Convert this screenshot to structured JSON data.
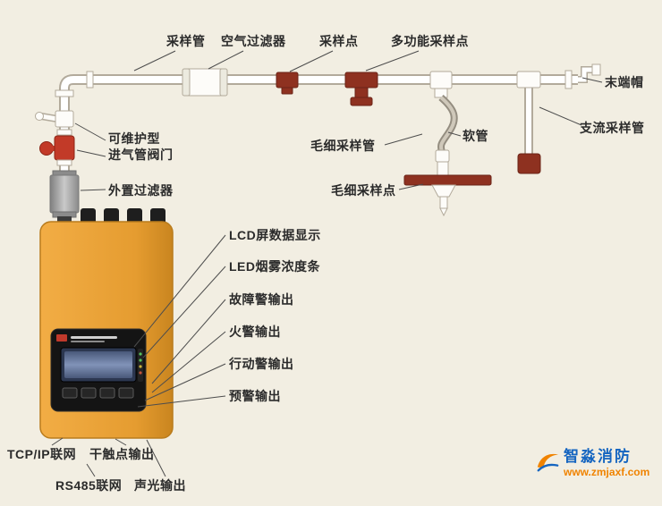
{
  "diagram": {
    "pipe_labels": {
      "sampling_pipe": "采样管",
      "air_filter": "空气过滤器",
      "sampling_point": "采样点",
      "multi_function_sampling_point": "多功能采样点",
      "end_cap": "末端帽",
      "branch_sampling_pipe": "支流采样管",
      "flexible_tube": "软管",
      "capillary_sampling_tube": "毛细采样管",
      "capillary_sampling_point": "毛细采样点",
      "maintainable_intake_valve": "可维护型\n进气管阀门",
      "external_filter": "外置过滤器"
    },
    "device_labels": {
      "lcd_display": "LCD屏数据显示",
      "led_smoke_bar": "LED烟雾浓度条",
      "fault_alarm_output": "故障警输出",
      "fire_alarm_output": "火警输出",
      "action_alarm_output": "行动警输出",
      "pre_alarm_output": "预警输出",
      "tcpip_network": "TCP/IP联网",
      "dry_contact_output": "干触点输出",
      "rs485_network": "RS485联网",
      "sound_light_output": "声光输出"
    },
    "watermark": {
      "brand": "智淼消防",
      "site": "www.zmjaxf.com"
    },
    "colors": {
      "background": "#f2eee2",
      "pipe_fill": "#ffffff",
      "pipe_outline": "#b2aa9b",
      "fitting_dark_red": "#8e3120",
      "valve_red": "#c23a28",
      "device_orange": "#e9a13b",
      "panel_black": "#141414",
      "lcd_blue": "#56688c",
      "brand_blue": "#1565c0",
      "brand_orange": "#f08300"
    }
  }
}
